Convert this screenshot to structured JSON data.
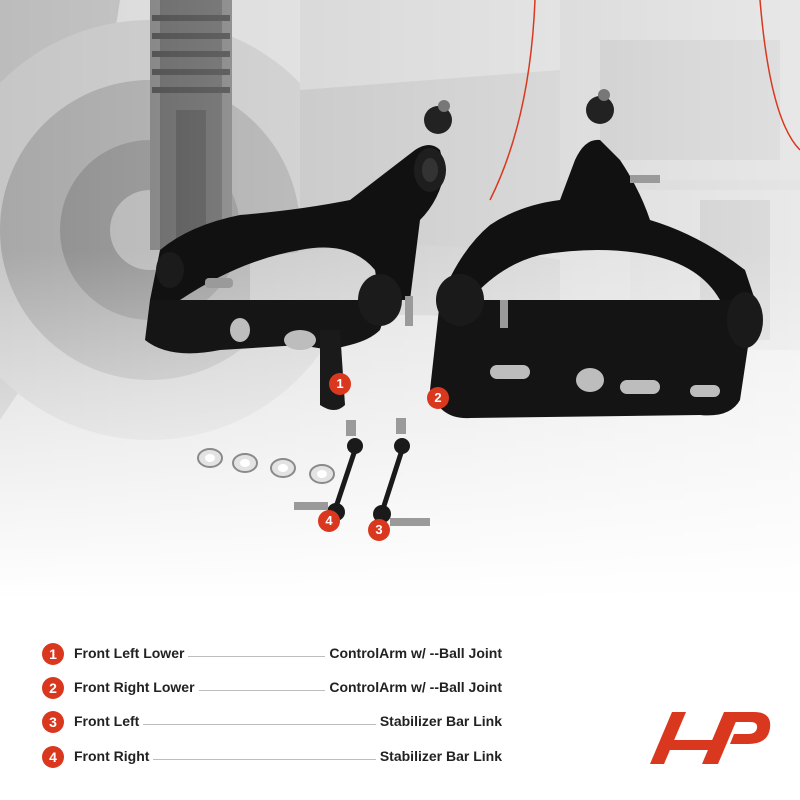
{
  "callouts": [
    {
      "num": "1",
      "label": "Front Left Lower",
      "desc": "ControlArm w/ --Ball Joint"
    },
    {
      "num": "2",
      "label": "Front Right Lower",
      "desc": "ControlArm w/ --Ball Joint"
    },
    {
      "num": "3",
      "label": "Front Left",
      "desc": "Stabilizer Bar Link"
    },
    {
      "num": "4",
      "label": "Front Right",
      "desc": "Stabilizer Bar Link"
    }
  ],
  "image_badges": [
    "1",
    "2",
    "4",
    "3"
  ],
  "colors": {
    "accent": "#d9381e",
    "text": "#222222",
    "arm": "#111111",
    "leader": "#bdbdbd"
  },
  "icons": [
    "brand-logo-icon"
  ]
}
